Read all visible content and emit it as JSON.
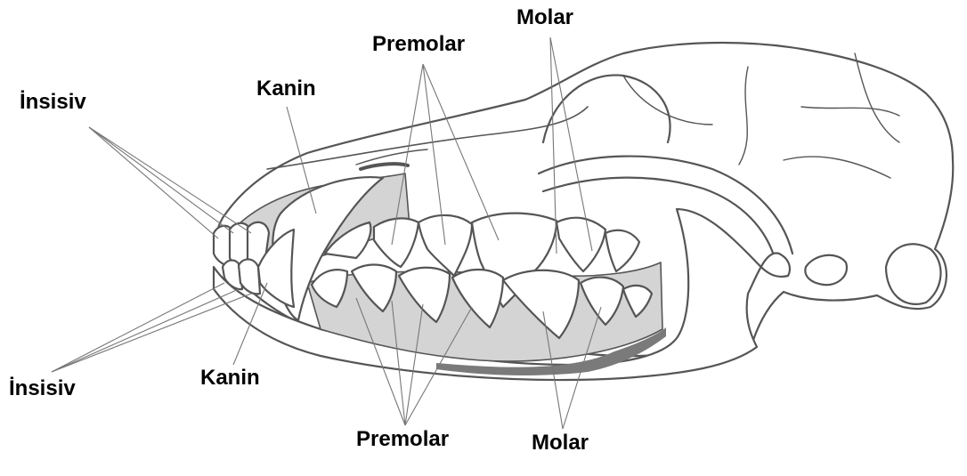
{
  "labels": {
    "incisor_upper": "İnsisiv",
    "incisor_lower": "İnsisiv",
    "canine_upper": "Kanin",
    "canine_lower": "Kanin",
    "premolar_upper": "Premolar",
    "premolar_lower": "Premolar",
    "molar_upper": "Molar",
    "molar_lower": "Molar"
  },
  "colors": {
    "outline": "#555555",
    "gum_fill": "#d4d4d4",
    "dark_fill": "#7a7a7a",
    "tooth_fill": "#ffffff",
    "leader_line": "#777777"
  }
}
